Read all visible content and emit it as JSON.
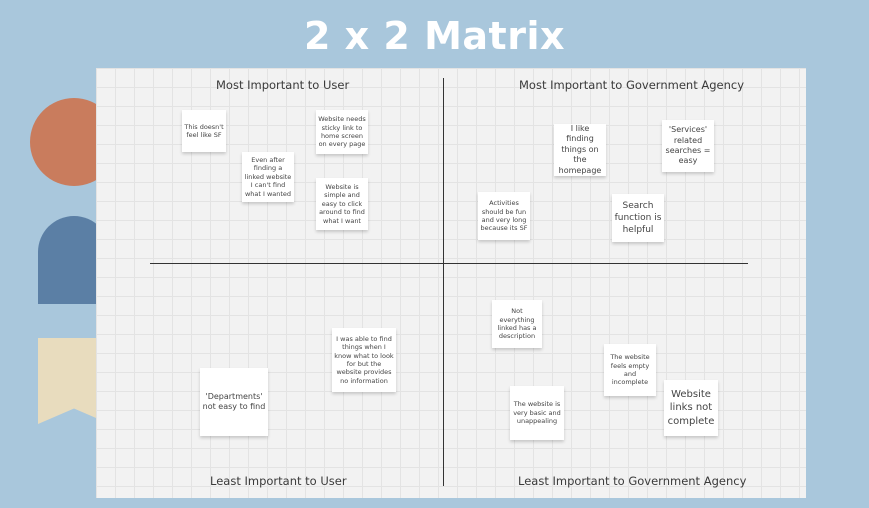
{
  "title": "2 x 2 Matrix",
  "axes": {
    "top_left": "Most Important to User",
    "top_right": "Most Important to Government Agency",
    "bottom_left": "Least Important to User",
    "bottom_right": "Least Important to Government Agency"
  },
  "notes": {
    "n1": "This doesn't feel like SF",
    "n2": "Website needs sticky link to home screen on every page",
    "n3": "Even after finding a linked website I can't find what I wanted",
    "n4": "Website is simple and easy to click around to find what I want",
    "n5": "I like finding things on the homepage",
    "n6": "'Services' related searches = easy",
    "n7": "Activities should be fun and very long because its SF",
    "n8": "Search function is helpful",
    "n9": "I was able to find things when I know what to look for but the website provides no information",
    "n10": "'Departments' not easy to find",
    "n11": "Not everything linked has a description",
    "n12": "The website feels empty and incomplete",
    "n13": "The website is very basic and unappealing",
    "n14": "Website links not complete"
  },
  "colors": {
    "background": "#a9c7dc",
    "circle": "#c97c5d",
    "arch": "#5b7fa5",
    "banner": "#e8dcbe",
    "board": "#f2f2f2"
  }
}
